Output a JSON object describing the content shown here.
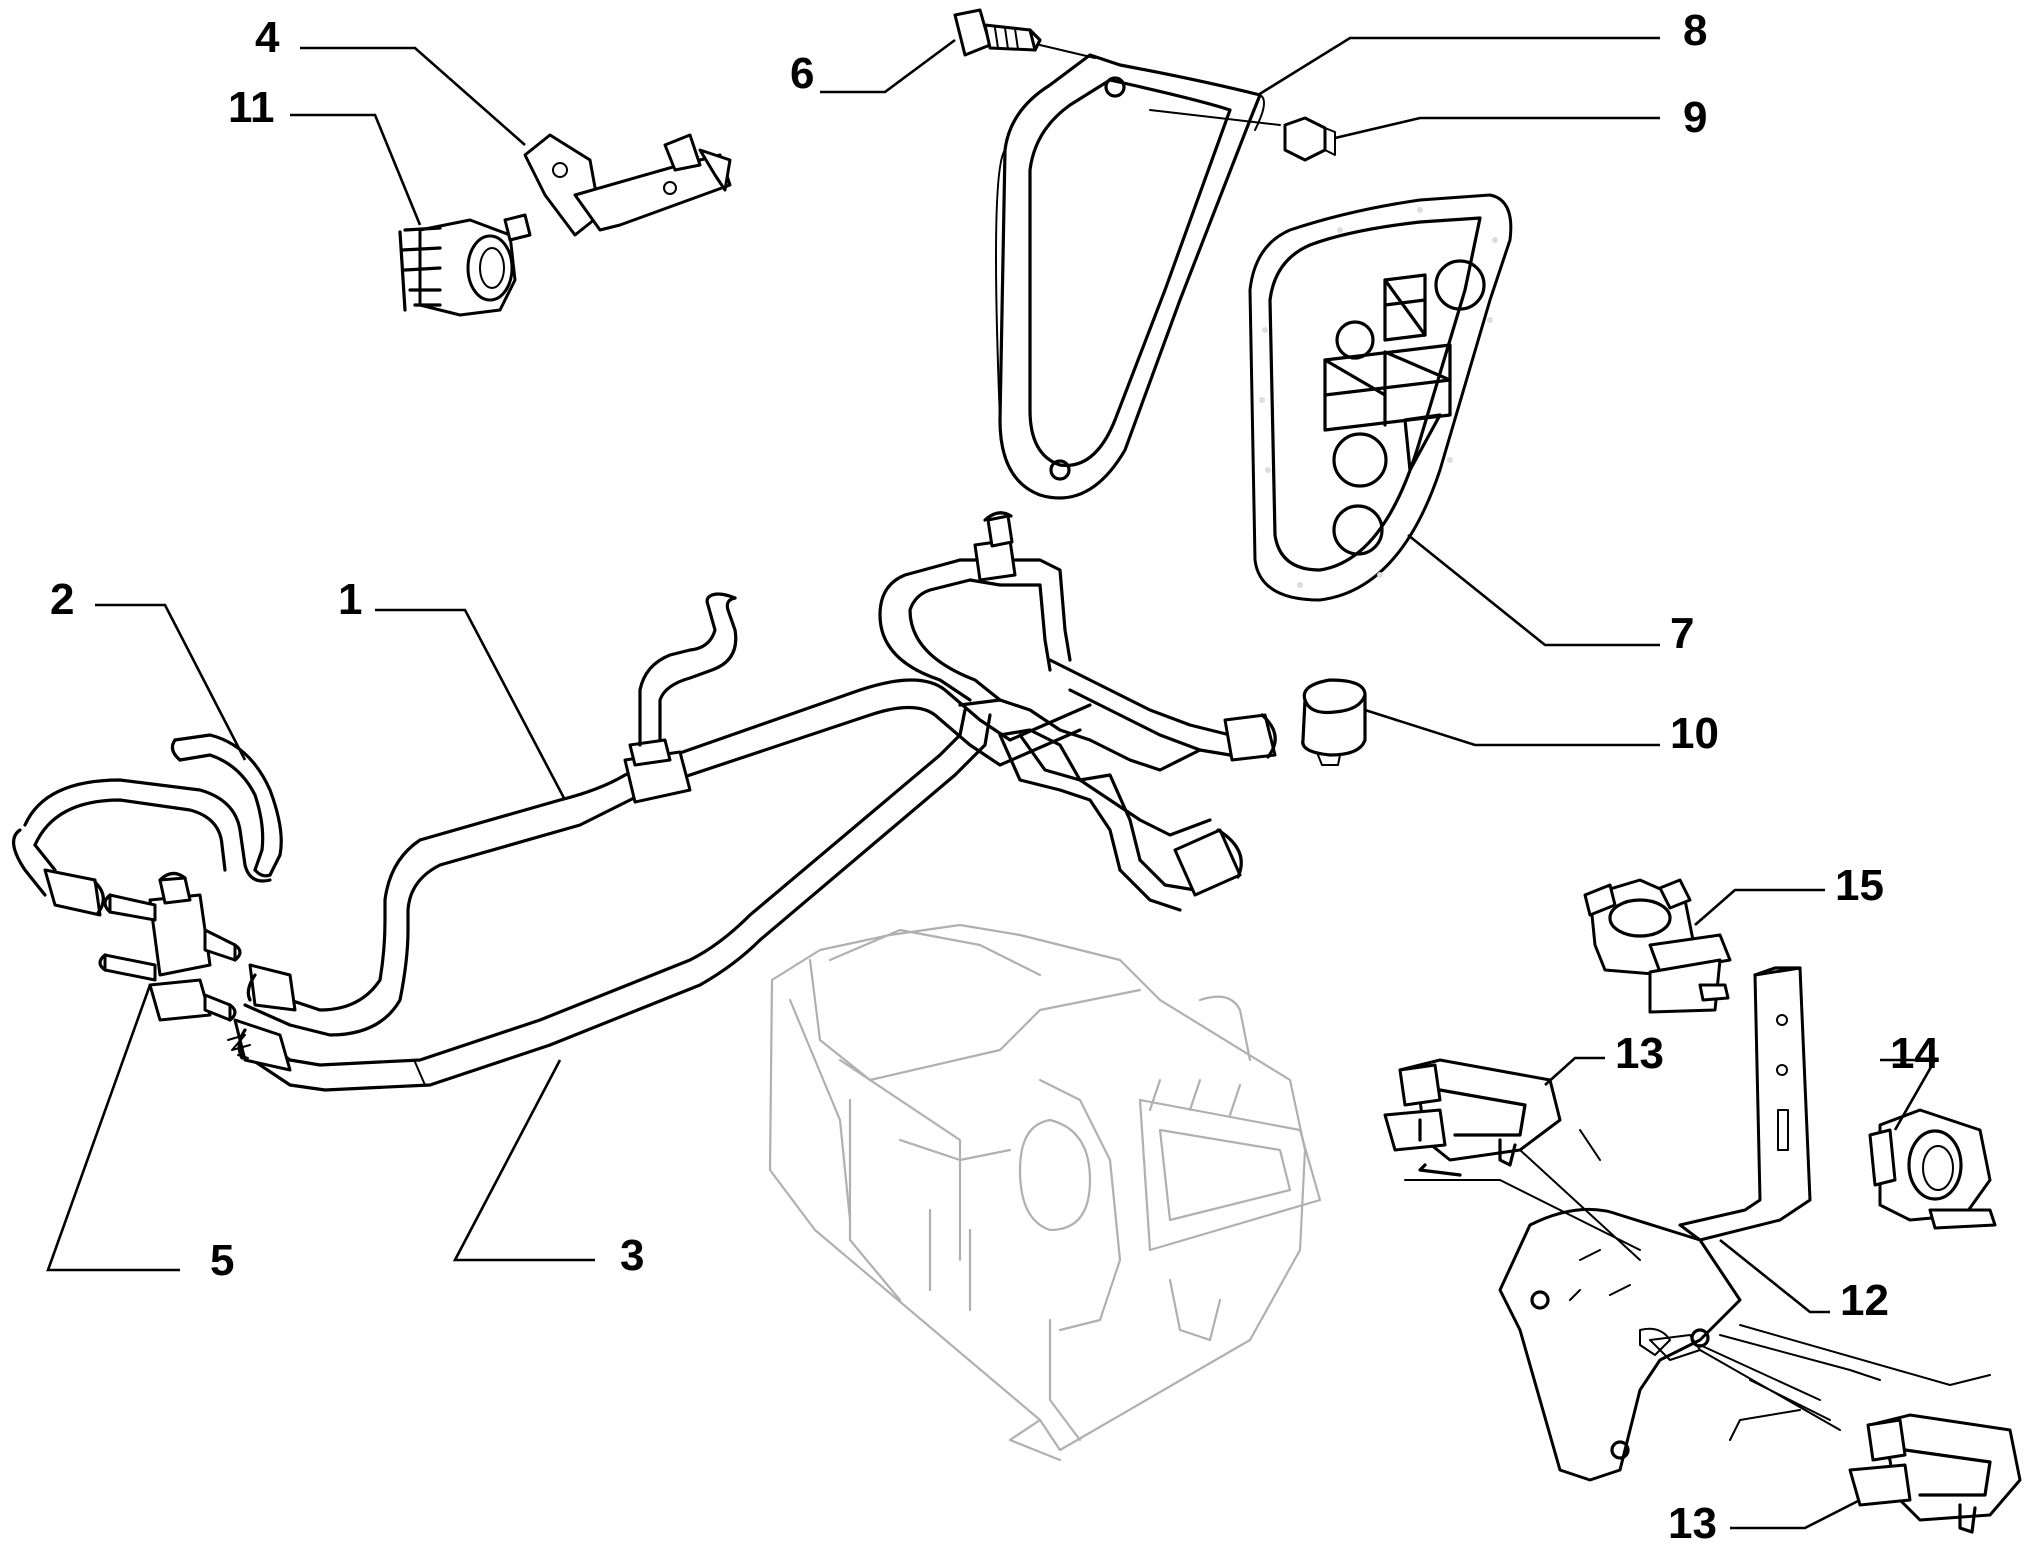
{
  "labels": [
    {
      "id": "1",
      "text": "1"
    },
    {
      "id": "2",
      "text": "2"
    },
    {
      "id": "3",
      "text": "3"
    },
    {
      "id": "4",
      "text": "4"
    },
    {
      "id": "5",
      "text": "5"
    },
    {
      "id": "6",
      "text": "6"
    },
    {
      "id": "7",
      "text": "7"
    },
    {
      "id": "8",
      "text": "8"
    },
    {
      "id": "9",
      "text": "9"
    },
    {
      "id": "10",
      "text": "10"
    },
    {
      "id": "11",
      "text": "11"
    },
    {
      "id": "12",
      "text": "12"
    },
    {
      "id": "13a",
      "text": "13"
    },
    {
      "id": "13b",
      "text": "13"
    },
    {
      "id": "14",
      "text": "14"
    },
    {
      "id": "15",
      "text": "15"
    }
  ],
  "colors": {
    "ink": "#000000",
    "ghost": "#b0b0b0",
    "background": "#ffffff"
  }
}
